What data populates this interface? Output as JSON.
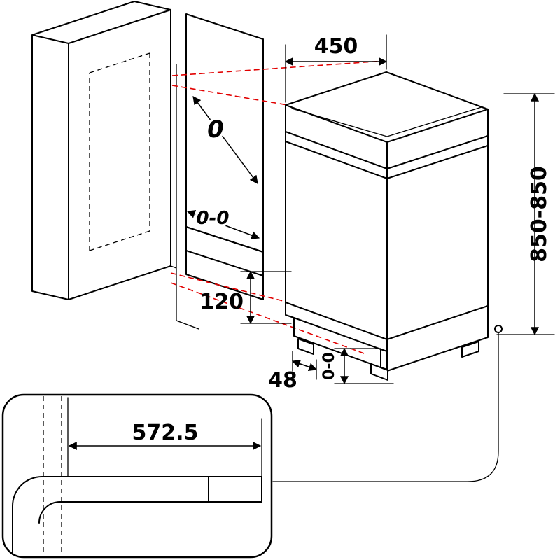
{
  "dimensions": {
    "top_width": "450",
    "right_height": "850-850",
    "plinth_height": "120",
    "foot_offset": "48",
    "bottom_gap": "0-0",
    "niche_clearance": "0",
    "niche_clearance_range": "0-0",
    "detail_depth": "572.5"
  },
  "colors": {
    "line": "#000000",
    "guide_line": "#e10000",
    "panel_fill": "#9e9e9e",
    "background": "#ffffff"
  }
}
